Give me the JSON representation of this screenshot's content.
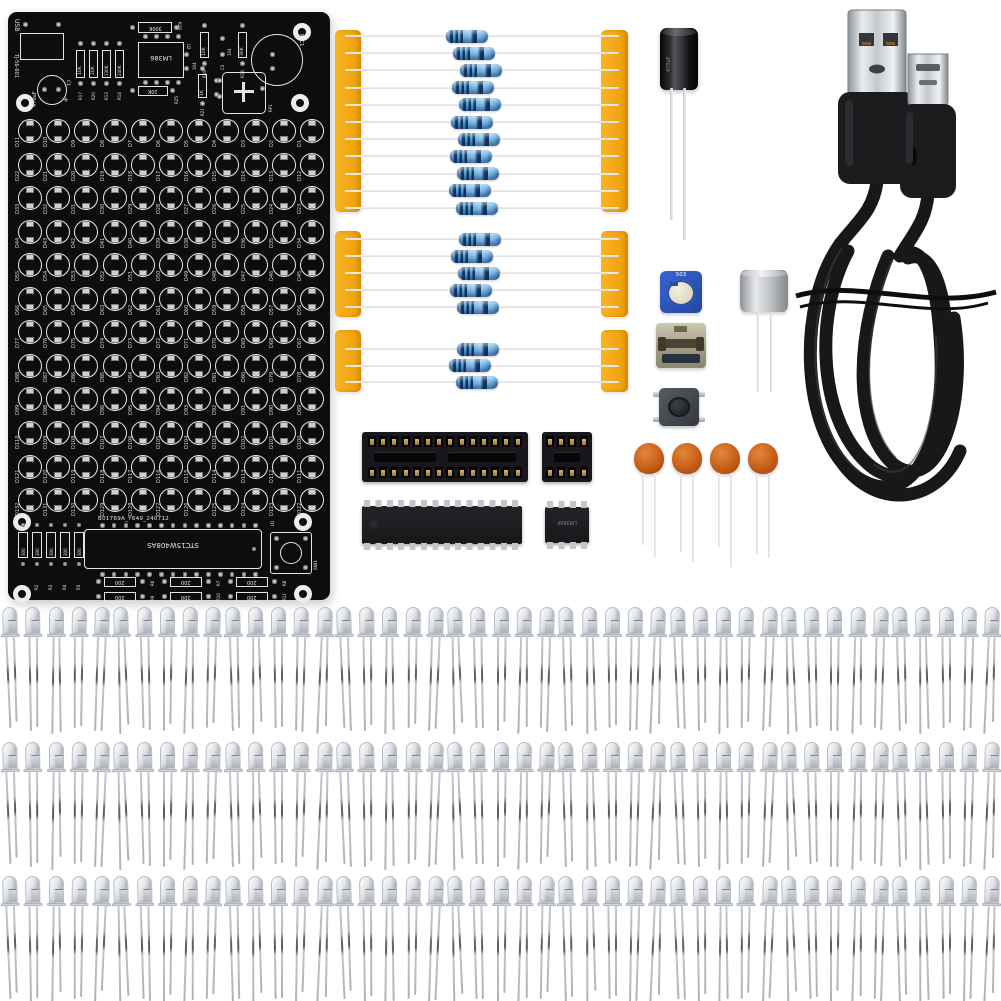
{
  "scene_description": "Parts photo of a DIY LED music spectrum soldering kit: bare PCB, taped resistors, USB cable, capacitors, IC sockets, chips and bags of clear LEDs",
  "colors": {
    "background": "#ffffff",
    "pcb": "#0d0d10",
    "silkscreen": "#e9e9e9",
    "tape": "#f3a60b",
    "resistor_body": "#57a5de",
    "resistor_band": "#14355e",
    "ceramic_cap": "#c25a16",
    "cable_black": "#18181a",
    "trimmer_blue": "#2c55c0"
  },
  "pcb": {
    "edge_texts": {
      "usb": "USB",
      "model": "TJ-56-601"
    },
    "cap_label": "470uF",
    "cap_ref": "C1",
    "footprints": [
      {
        "ref": "R17",
        "value": "10K"
      },
      {
        "ref": "R20",
        "value": "20K"
      },
      {
        "ref": "R13",
        "value": "130K"
      },
      {
        "ref": "R14",
        "value": "240K"
      },
      {
        "ref": "R26",
        "value": "300K"
      },
      {
        "ref": "U2",
        "value": "LM386"
      },
      {
        "ref": "R25",
        "value": "10K"
      },
      {
        "ref": "C2",
        "value": "104"
      },
      {
        "ref": "R19",
        "value": "10K"
      },
      {
        "ref": "C3",
        "value": "104"
      },
      {
        "ref": "R16",
        "value": "30K"
      },
      {
        "ref": "R21",
        "value": "1K"
      },
      {
        "ref": "RP1",
        "value": ""
      },
      {
        "ref": "MIC1",
        "value": "MIC1"
      }
    ],
    "matrix": {
      "rows": 12,
      "cols": 11,
      "prefix": "D",
      "first": 1,
      "last": 132
    },
    "mcu_outline_text": "STC15W408AS",
    "mcu_ref": "U1",
    "serial": "B01769A_Y649_240712",
    "left_resistors": {
      "value": "300",
      "refs": [
        "R1",
        "R2",
        "R3",
        "R4",
        "R5"
      ]
    },
    "bottom_resistors": {
      "value": "200",
      "refs": [
        "R6",
        "R7",
        "R8",
        "R9",
        "R10",
        "R11"
      ]
    },
    "switch_ref": "SW1"
  },
  "resistor_bundles": [
    {
      "count": 11
    },
    {
      "count": 5
    },
    {
      "count": 3
    }
  ],
  "parts": {
    "electrolytic_marking": "470uF",
    "trimmer_marking": "503",
    "ic8_marking": "LM386P",
    "ceramic_cap_count": 4,
    "socket28_holes_per_row": 14,
    "socket8_holes_per_row": 4
  },
  "led_bag": {
    "rows": 3,
    "per_row": 45
  }
}
